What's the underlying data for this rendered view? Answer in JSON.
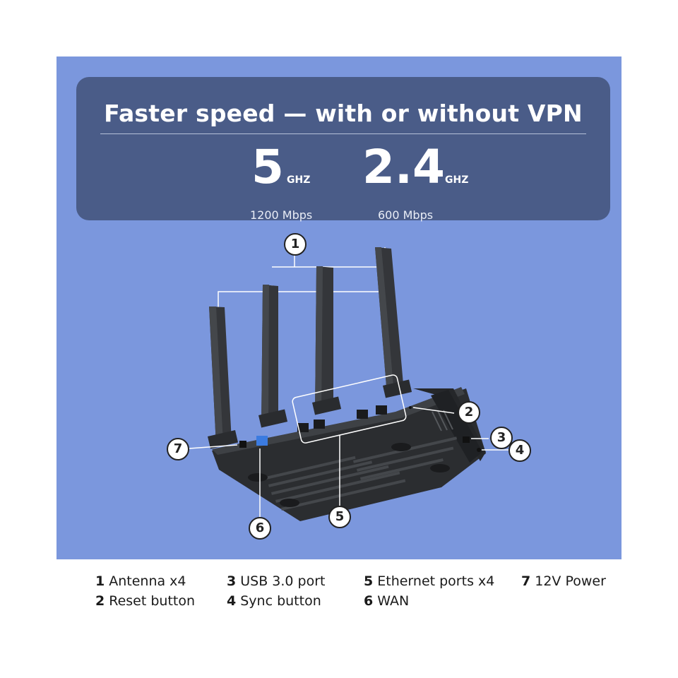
{
  "banner": {
    "headline": "Faster speed — with or without VPN",
    "bands": [
      {
        "value": "5",
        "unit": "GHZ",
        "rate": "1200 Mbps"
      },
      {
        "value": "2.4",
        "unit": "GHZ",
        "rate": "600 Mbps"
      }
    ]
  },
  "callouts": [
    "1",
    "2",
    "3",
    "4",
    "5",
    "6",
    "7"
  ],
  "legend": [
    {
      "num": "1",
      "label": "Antenna x4"
    },
    {
      "num": "2",
      "label": "Reset button"
    },
    {
      "num": "3",
      "label": "USB 3.0 port"
    },
    {
      "num": "4",
      "label": "Sync button"
    },
    {
      "num": "5",
      "label": "Ethernet ports x4"
    },
    {
      "num": "6",
      "label": "WAN"
    },
    {
      "num": "7",
      "label": "12V Power"
    }
  ],
  "colors": {
    "panel": "#7b97dd",
    "banner": "#4a5c88",
    "router": "#2f3134",
    "wan_port": "#3b7be0"
  }
}
